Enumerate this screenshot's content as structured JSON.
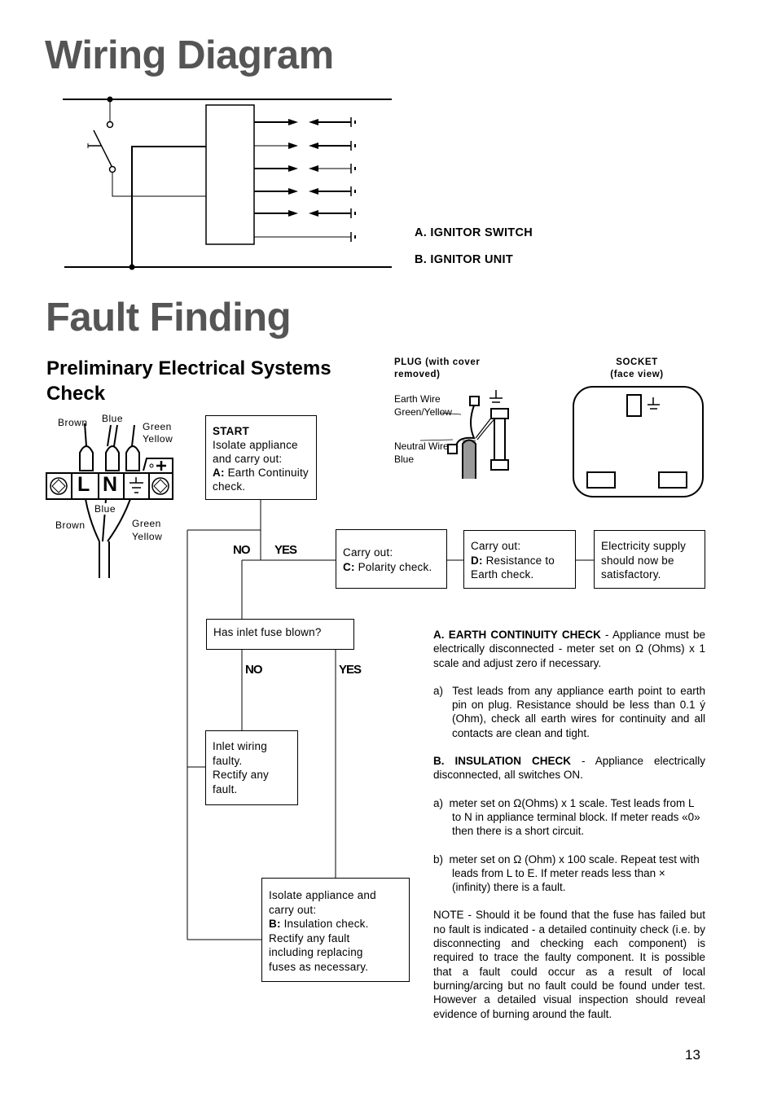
{
  "wiring": {
    "title": "Wiring Diagram",
    "legend_a": "A. IGNITOR SWITCH",
    "legend_b": "B. IGNITOR UNIT"
  },
  "fault": {
    "title": "Fault Finding",
    "subtitle": "Preliminary Electrical Systems Check"
  },
  "terminal": {
    "brown_top": "Brown",
    "blue_top": "Blue",
    "green_top": "Green",
    "yellow_top": "Yellow",
    "L": "L",
    "N": "N",
    "blue_bottom": "Blue",
    "brown_bottom": "Brown",
    "green_bottom": "Green",
    "yellow_bottom": "Yellow"
  },
  "plug": {
    "title_1": "PLUG (with cover",
    "title_2": "removed)",
    "earth_1": "Earth Wire",
    "earth_2": "Green/Yellow",
    "neutral_1": "Neutral Wire",
    "neutral_2": "Blue"
  },
  "socket": {
    "title_1": "SOCKET",
    "title_2": "(face view)"
  },
  "flow": {
    "start_head": "START",
    "start_1": "Isolate appliance",
    "start_2": "and carry out:",
    "start_a": "A:",
    "start_3": " Earth Continuity",
    "start_4": "check.",
    "no1": "NO",
    "yes1": "YES",
    "c_1": "Carry out:",
    "c_b": "C:",
    "c_2": " Polarity check.",
    "d_1": "Carry out:",
    "d_b": "D:",
    "d_2": " Resistance to",
    "d_3": "Earth check.",
    "e_1": "Electricity supply",
    "e_2": "should now be",
    "e_3": "satisfactory.",
    "fuse": "Has inlet fuse blown?",
    "no2": "NO",
    "yes2": "YES",
    "inlet_1": "Inlet wiring",
    "inlet_2": "faulty.",
    "inlet_3": "Rectify any",
    "inlet_4": "fault.",
    "b_1": "Isolate appliance and",
    "b_2": "carry out:",
    "b_b": "B:",
    "b_3": " Insulation check.",
    "b_4": "Rectify any fault",
    "b_5": "including replacing",
    "b_6": "fuses as necessary."
  },
  "notes": {
    "a_head": "A. EARTH CONTINUITY CHECK",
    "a_text": " - Appliance must be electrically disconnected - meter set on Ω (Ohms) x 1 scale and adjust zero if necessary.",
    "a_item": "a)  Test leads from any appliance earth point to earth pin on plug. Resistance should be less than 0.1 ý (Ohm), check all earth wires for continuity and all contacts are clean and tight.",
    "b_head": "B. INSULATION CHECK",
    "b_text": " - Appliance electrically disconnected, all switches ON.",
    "b_item_a": "a)  meter set on Ω(Ohms) x 1 scale. Test leads from L to N in appliance terminal block. If meter reads «0» then there is a short circuit.",
    "b_item_b": "b)  meter set on Ω (Ohm) x 100 scale. Repeat test with leads from L to E. If meter reads less than × (infinity) there is a fault.",
    "note": "NOTE - Should it be found that the fuse has failed but no fault is indicated - a detailed continuity check (i.e. by disconnecting and checking each component) is required to trace the faulty component. It is possible that a fault could occur as a result of local burning/arcing but no fault could be found under test. However a detailed visual inspection should reveal evidence of burning around the fault."
  },
  "page_number": "13"
}
